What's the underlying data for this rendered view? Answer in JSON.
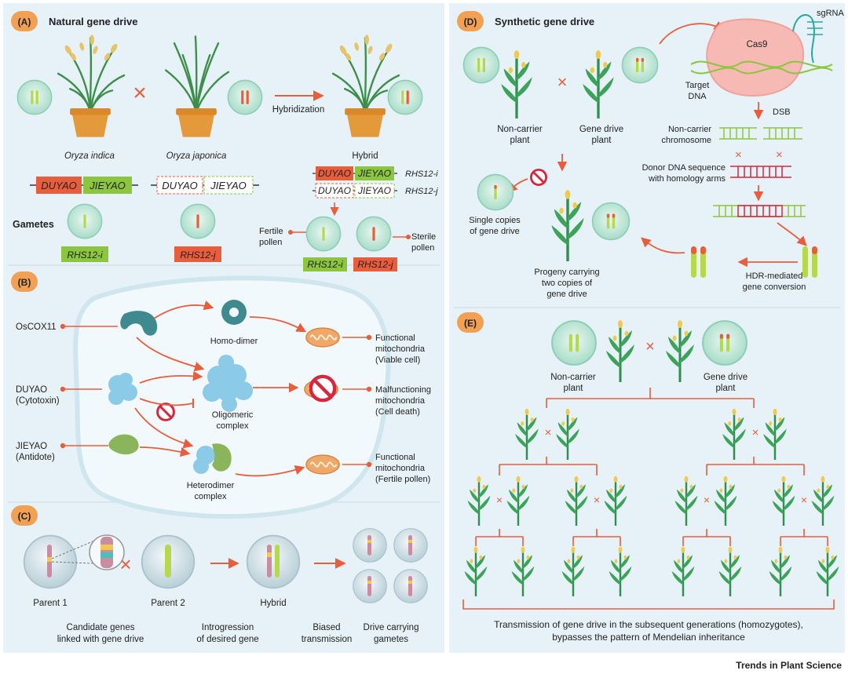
{
  "colors": {
    "panel_bg": "#e7f2f8",
    "badge": "#f2a154",
    "arrow": "#e85d3c",
    "leaf": "#3e8e4b",
    "leaf_light": "#8cc63e",
    "pot": "#e49a3a",
    "cell": "#a9dcc9",
    "chrom_green": "#b6d84a",
    "chrom_red": "#e85d3c",
    "protein_teal": "#3f8a8e",
    "protein_blue": "#8ccbe8",
    "protein_green": "#8bb55a",
    "mito": "#f0a868"
  },
  "panelA": {
    "badge": "(A)",
    "title": "Natural gene drive",
    "parent1": "Oryza indica",
    "parent2": "Oryza japonica",
    "cross": "×",
    "hybridization": "Hybridization",
    "hybrid": "Hybrid",
    "duyao": "DUYAO",
    "jieyao": "JIEYAO",
    "allele_i": "RHS12-i",
    "allele_j": "RHS12-j",
    "gametes": "Gametes",
    "fertile": "Fertile pollen",
    "sterile": "Sterile pollen"
  },
  "panelB": {
    "badge": "(B)",
    "oscox11": "OsCOX11",
    "duyao": "DUYAO",
    "cytotoxin": "(Cytotoxin)",
    "jieyao": "JIEYAO",
    "antidote": "(Antidote)",
    "homodimer": "Homo-dimer",
    "oligomeric": "Oligomeric",
    "complex": "complex",
    "heterodimer": "Heterodimer",
    "functional": "Functional",
    "mitochondria": "mitochondria",
    "viable": "(Viable cell)",
    "malfunctioning": "Malfunctioning",
    "celldeath": "(Cell death)",
    "fertilepollen": "(Fertile pollen)"
  },
  "panelC": {
    "badge": "(C)",
    "parent1": "Parent 1",
    "parent2": "Parent 2",
    "hybrid": "Hybrid",
    "cap1a": "Candidate genes",
    "cap1b": "linked with gene drive",
    "cap2a": "Introgression",
    "cap2b": "of desired gene",
    "cap3a": "Biased",
    "cap3b": "transmission",
    "cap4a": "Drive carrying",
    "cap4b": "gametes"
  },
  "panelD": {
    "badge": "(D)",
    "title": "Synthetic gene drive",
    "noncarrier1": "Non-carrier",
    "plant": "plant",
    "genedrive": "Gene drive",
    "cas9": "Cas9",
    "sgrna": "sgRNA",
    "target": "Target",
    "dna": "DNA",
    "dsb": "DSB",
    "ncchrom1": "Non-carrier",
    "ncchrom2": "chromosome",
    "donor1": "Donor DNA sequence",
    "donor2": "with homology arms",
    "single1": "Single copies",
    "single2": "of gene drive",
    "progeny1": "Progeny carrying",
    "progeny2": "two copies of",
    "progeny3": "gene drive",
    "hdr1": "HDR-mediated",
    "hdr2": "gene conversion"
  },
  "panelE": {
    "badge": "(E)",
    "noncarrier": "Non-carrier",
    "plant": "plant",
    "genedrive": "Gene drive",
    "cap1": "Transmission of gene drive in the subsequent generations (homozygotes),",
    "cap2": "bypasses the pattern of Mendelian inheritance"
  },
  "footer": "Trends in Plant Science"
}
